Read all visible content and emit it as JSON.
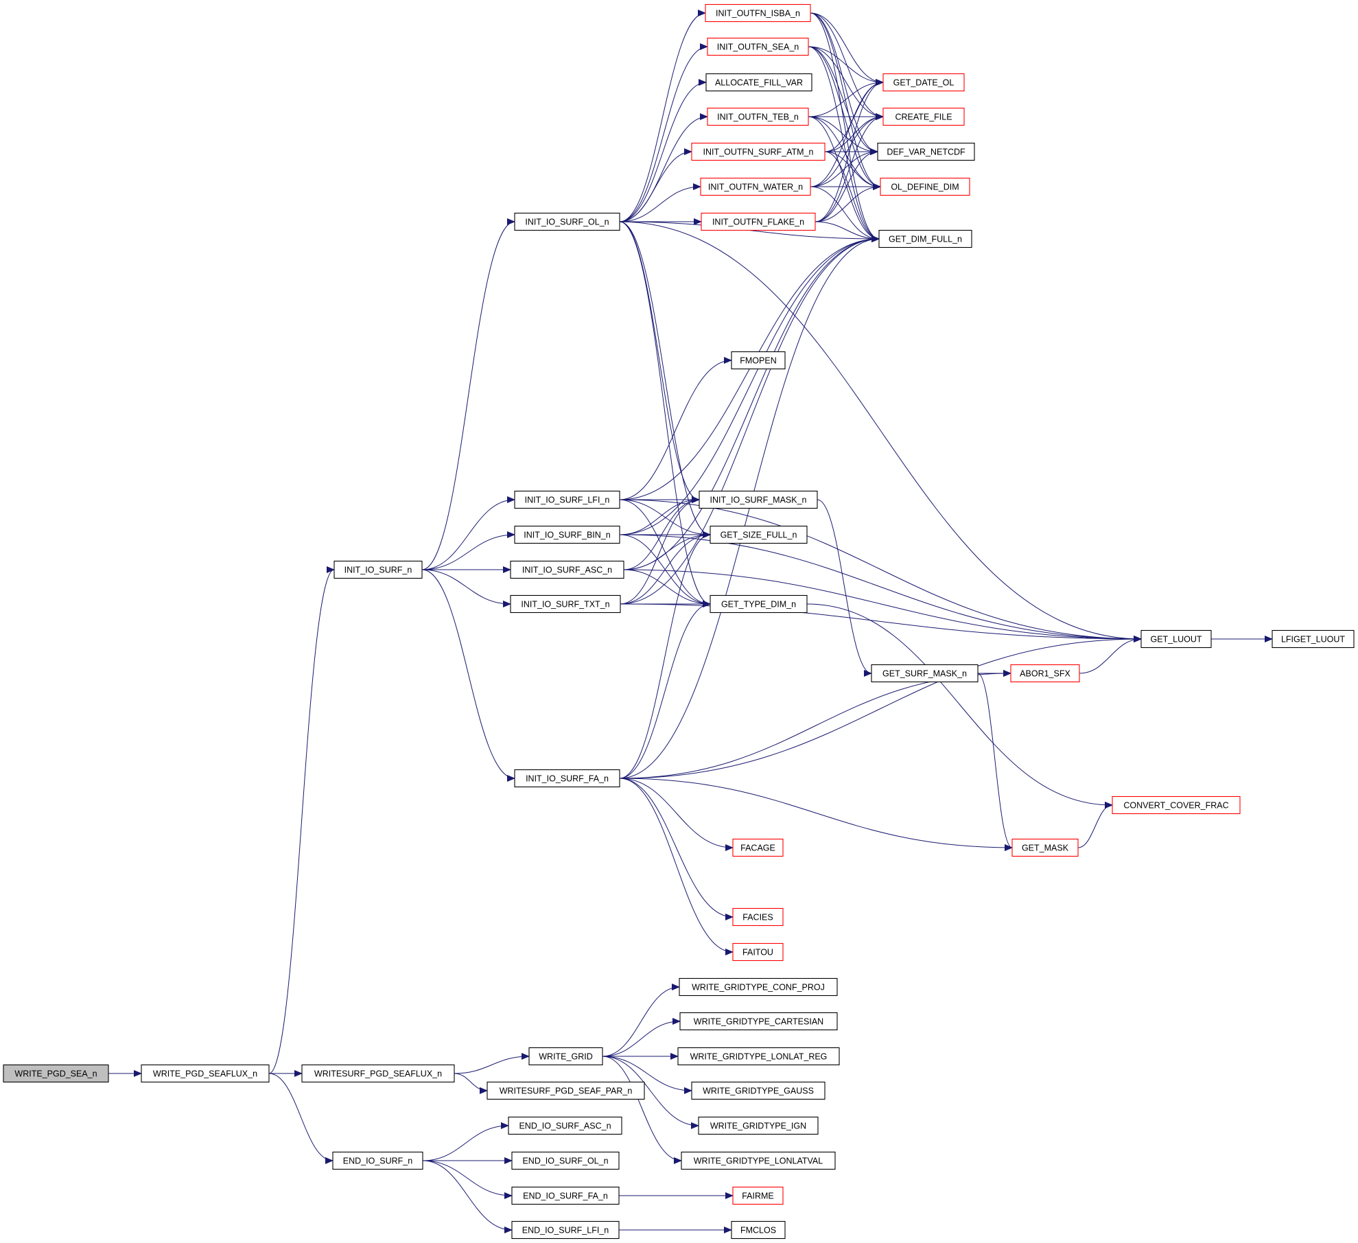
{
  "colors": {
    "edge": "#191970",
    "node_border": "#000000",
    "node_border_incomplete": "#ff0000",
    "node_fill": "#ffffff",
    "root_fill": "#bfbfbf"
  },
  "nodes": [
    {
      "id": "n_root",
      "label": "WRITE_PGD_SEA_n",
      "root": true
    },
    {
      "id": "n_wpsf",
      "label": "WRITE_PGD_SEAFLUX_n"
    },
    {
      "id": "n_iios",
      "label": "INIT_IO_SURF_n"
    },
    {
      "id": "n_wspsf",
      "label": "WRITESURF_PGD_SEAFLUX_n"
    },
    {
      "id": "n_eios",
      "label": "END_IO_SURF_n"
    },
    {
      "id": "n_ol",
      "label": "INIT_IO_SURF_OL_n"
    },
    {
      "id": "n_lfi",
      "label": "INIT_IO_SURF_LFI_n"
    },
    {
      "id": "n_bin",
      "label": "INIT_IO_SURF_BIN_n"
    },
    {
      "id": "n_asc",
      "label": "INIT_IO_SURF_ASC_n"
    },
    {
      "id": "n_txt",
      "label": "INIT_IO_SURF_TXT_n"
    },
    {
      "id": "n_fa",
      "label": "INIT_IO_SURF_FA_n"
    },
    {
      "id": "n_wgrid",
      "label": "WRITE_GRID"
    },
    {
      "id": "n_wseafpar",
      "label": "WRITESURF_PGD_SEAF_PAR_n"
    },
    {
      "id": "n_easc",
      "label": "END_IO_SURF_ASC_n"
    },
    {
      "id": "n_eol",
      "label": "END_IO_SURF_OL_n"
    },
    {
      "id": "n_efa",
      "label": "END_IO_SURF_FA_n"
    },
    {
      "id": "n_elfi",
      "label": "END_IO_SURF_LFI_n"
    },
    {
      "id": "n_isba",
      "label": "INIT_OUTFN_ISBA_n",
      "incomplete": true
    },
    {
      "id": "n_sea",
      "label": "INIT_OUTFN_SEA_n",
      "incomplete": true
    },
    {
      "id": "n_alloc",
      "label": "ALLOCATE_FILL_VAR"
    },
    {
      "id": "n_teb",
      "label": "INIT_OUTFN_TEB_n",
      "incomplete": true
    },
    {
      "id": "n_atm",
      "label": "INIT_OUTFN_SURF_ATM_n",
      "incomplete": true
    },
    {
      "id": "n_water",
      "label": "INIT_OUTFN_WATER_n",
      "incomplete": true
    },
    {
      "id": "n_flake",
      "label": "INIT_OUTFN_FLAKE_n",
      "incomplete": true
    },
    {
      "id": "n_fmopen",
      "label": "FMOPEN"
    },
    {
      "id": "n_mask",
      "label": "INIT_IO_SURF_MASK_n"
    },
    {
      "id": "n_size",
      "label": "GET_SIZE_FULL_n"
    },
    {
      "id": "n_type",
      "label": "GET_TYPE_DIM_n"
    },
    {
      "id": "n_facage",
      "label": "FACAGE",
      "incomplete": true
    },
    {
      "id": "n_facies",
      "label": "FACIES",
      "incomplete": true
    },
    {
      "id": "n_faitou",
      "label": "FAITOU",
      "incomplete": true
    },
    {
      "id": "n_wg_conf",
      "label": "WRITE_GRIDTYPE_CONF_PROJ"
    },
    {
      "id": "n_wg_cart",
      "label": "WRITE_GRIDTYPE_CARTESIAN"
    },
    {
      "id": "n_wg_lonreg",
      "label": "WRITE_GRIDTYPE_LONLAT_REG"
    },
    {
      "id": "n_wg_gauss",
      "label": "WRITE_GRIDTYPE_GAUSS"
    },
    {
      "id": "n_wg_ign",
      "label": "WRITE_GRIDTYPE_IGN"
    },
    {
      "id": "n_wg_lonval",
      "label": "WRITE_GRIDTYPE_LONLATVAL"
    },
    {
      "id": "n_fairme",
      "label": "FAIRME",
      "incomplete": true
    },
    {
      "id": "n_fmclos",
      "label": "FMCLOS"
    },
    {
      "id": "n_date",
      "label": "GET_DATE_OL",
      "incomplete": true
    },
    {
      "id": "n_create",
      "label": "CREATE_FILE",
      "incomplete": true
    },
    {
      "id": "n_defvar",
      "label": "DEF_VAR_NETCDF"
    },
    {
      "id": "n_oldim",
      "label": "OL_DEFINE_DIM",
      "incomplete": true
    },
    {
      "id": "n_dimfull",
      "label": "GET_DIM_FULL_n"
    },
    {
      "id": "n_smask",
      "label": "GET_SURF_MASK_n"
    },
    {
      "id": "n_luout",
      "label": "GET_LUOUT"
    },
    {
      "id": "n_abor",
      "label": "ABOR1_SFX",
      "incomplete": true
    },
    {
      "id": "n_getmask",
      "label": "GET_MASK",
      "incomplete": true
    },
    {
      "id": "n_conv",
      "label": "CONVERT_COVER_FRAC",
      "incomplete": true
    },
    {
      "id": "n_lfiget",
      "label": "LFIGET_LUOUT"
    }
  ],
  "edges": [
    [
      "n_root",
      "n_wpsf"
    ],
    [
      "n_wpsf",
      "n_iios"
    ],
    [
      "n_wpsf",
      "n_wspsf"
    ],
    [
      "n_wpsf",
      "n_eios"
    ],
    [
      "n_iios",
      "n_ol"
    ],
    [
      "n_iios",
      "n_lfi"
    ],
    [
      "n_iios",
      "n_bin"
    ],
    [
      "n_iios",
      "n_asc"
    ],
    [
      "n_iios",
      "n_txt"
    ],
    [
      "n_iios",
      "n_fa"
    ],
    [
      "n_wspsf",
      "n_wgrid"
    ],
    [
      "n_wspsf",
      "n_wseafpar"
    ],
    [
      "n_eios",
      "n_easc"
    ],
    [
      "n_eios",
      "n_eol"
    ],
    [
      "n_eios",
      "n_efa"
    ],
    [
      "n_eios",
      "n_elfi"
    ],
    [
      "n_ol",
      "n_isba"
    ],
    [
      "n_ol",
      "n_sea"
    ],
    [
      "n_ol",
      "n_alloc"
    ],
    [
      "n_ol",
      "n_teb"
    ],
    [
      "n_ol",
      "n_atm"
    ],
    [
      "n_ol",
      "n_water"
    ],
    [
      "n_ol",
      "n_flake"
    ],
    [
      "n_ol",
      "n_dimfull"
    ],
    [
      "n_ol",
      "n_luout"
    ],
    [
      "n_ol",
      "n_mask"
    ],
    [
      "n_ol",
      "n_size"
    ],
    [
      "n_ol",
      "n_type"
    ],
    [
      "n_lfi",
      "n_fmopen"
    ],
    [
      "n_lfi",
      "n_mask"
    ],
    [
      "n_lfi",
      "n_size"
    ],
    [
      "n_lfi",
      "n_type"
    ],
    [
      "n_lfi",
      "n_dimfull"
    ],
    [
      "n_lfi",
      "n_luout"
    ],
    [
      "n_bin",
      "n_mask"
    ],
    [
      "n_bin",
      "n_size"
    ],
    [
      "n_bin",
      "n_type"
    ],
    [
      "n_bin",
      "n_dimfull"
    ],
    [
      "n_bin",
      "n_luout"
    ],
    [
      "n_asc",
      "n_mask"
    ],
    [
      "n_asc",
      "n_size"
    ],
    [
      "n_asc",
      "n_type"
    ],
    [
      "n_asc",
      "n_dimfull"
    ],
    [
      "n_asc",
      "n_luout"
    ],
    [
      "n_txt",
      "n_mask"
    ],
    [
      "n_txt",
      "n_size"
    ],
    [
      "n_txt",
      "n_type"
    ],
    [
      "n_txt",
      "n_dimfull"
    ],
    [
      "n_txt",
      "n_luout"
    ],
    [
      "n_fa",
      "n_facage"
    ],
    [
      "n_fa",
      "n_facies"
    ],
    [
      "n_fa",
      "n_faitou"
    ],
    [
      "n_fa",
      "n_getmask"
    ],
    [
      "n_fa",
      "n_abor"
    ],
    [
      "n_fa",
      "n_luout"
    ],
    [
      "n_fa",
      "n_dimfull"
    ],
    [
      "n_fa",
      "n_type"
    ],
    [
      "n_fa",
      "n_size"
    ],
    [
      "n_wgrid",
      "n_wg_conf"
    ],
    [
      "n_wgrid",
      "n_wg_cart"
    ],
    [
      "n_wgrid",
      "n_wg_lonreg"
    ],
    [
      "n_wgrid",
      "n_wg_gauss"
    ],
    [
      "n_wgrid",
      "n_wg_ign"
    ],
    [
      "n_wgrid",
      "n_wg_lonval"
    ],
    [
      "n_efa",
      "n_fairme"
    ],
    [
      "n_elfi",
      "n_fmclos"
    ],
    [
      "n_isba",
      "n_date"
    ],
    [
      "n_isba",
      "n_create"
    ],
    [
      "n_isba",
      "n_defvar"
    ],
    [
      "n_isba",
      "n_oldim"
    ],
    [
      "n_isba",
      "n_dimfull"
    ],
    [
      "n_sea",
      "n_date"
    ],
    [
      "n_sea",
      "n_create"
    ],
    [
      "n_sea",
      "n_defvar"
    ],
    [
      "n_sea",
      "n_oldim"
    ],
    [
      "n_sea",
      "n_dimfull"
    ],
    [
      "n_teb",
      "n_date"
    ],
    [
      "n_teb",
      "n_create"
    ],
    [
      "n_teb",
      "n_defvar"
    ],
    [
      "n_teb",
      "n_oldim"
    ],
    [
      "n_teb",
      "n_dimfull"
    ],
    [
      "n_atm",
      "n_date"
    ],
    [
      "n_atm",
      "n_create"
    ],
    [
      "n_atm",
      "n_defvar"
    ],
    [
      "n_atm",
      "n_oldim"
    ],
    [
      "n_atm",
      "n_dimfull"
    ],
    [
      "n_water",
      "n_date"
    ],
    [
      "n_water",
      "n_create"
    ],
    [
      "n_water",
      "n_defvar"
    ],
    [
      "n_water",
      "n_oldim"
    ],
    [
      "n_water",
      "n_dimfull"
    ],
    [
      "n_flake",
      "n_date"
    ],
    [
      "n_flake",
      "n_create"
    ],
    [
      "n_flake",
      "n_defvar"
    ],
    [
      "n_flake",
      "n_oldim"
    ],
    [
      "n_flake",
      "n_dimfull"
    ],
    [
      "n_mask",
      "n_smask"
    ],
    [
      "n_type",
      "n_conv"
    ],
    [
      "n_smask",
      "n_abor"
    ],
    [
      "n_smask",
      "n_getmask"
    ],
    [
      "n_abor",
      "n_luout"
    ],
    [
      "n_getmask",
      "n_conv"
    ],
    [
      "n_luout",
      "n_lfiget"
    ]
  ]
}
